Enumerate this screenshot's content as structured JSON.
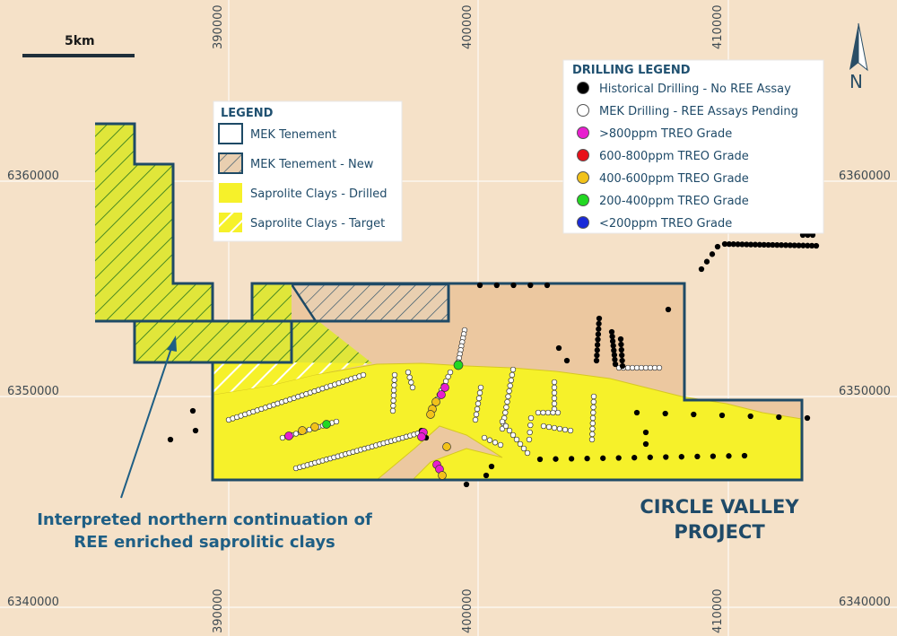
{
  "map": {
    "coords": {
      "top": [
        "390000",
        "400000",
        "410000"
      ],
      "bottom": [
        "390000",
        "400000",
        "410000"
      ],
      "left": [
        "6360000",
        "6350000",
        "6340000"
      ],
      "right": [
        "6360000",
        "6350000",
        "6340000"
      ]
    },
    "scale_bar_label": "5km",
    "north_label": "N",
    "legend": {
      "title": "LEGEND",
      "items": [
        "MEK Tenement",
        "MEK Tenement - New",
        "Saprolite Clays - Drilled",
        "Saprolite Clays - Target"
      ]
    },
    "drilling_legend": {
      "title": "DRILLING LEGEND",
      "items": [
        {
          "label": "Historical Drilling - No REE Assay",
          "color": "#000000"
        },
        {
          "label": "MEK Drilling - REE Assays Pending",
          "color": "#ffffff"
        },
        {
          "label": ">800ppm TREO Grade",
          "color": "#e81ecf"
        },
        {
          "label": "600-800ppm TREO Grade",
          "color": "#e8101a"
        },
        {
          "label": "400-600ppm TREO Grade",
          "color": "#f2c21a"
        },
        {
          "label": "200-400ppm TREO Grade",
          "color": "#22d822"
        },
        {
          "label": "<200ppm TREO Grade",
          "color": "#1a2ad8"
        }
      ]
    },
    "callout": {
      "line1": "Interpreted northern continuation of",
      "line2": "REE enriched saprolitic clays"
    },
    "project": {
      "line1": "CIRCLE VALLEY",
      "line2": "PROJECT"
    },
    "colors": {
      "background": "#f5e1c8",
      "tenement_fill": "#ecc8a0",
      "tenement_border": "#1e4a66",
      "saprolite": "#f6f12a",
      "callout_text": "#1f5f85"
    }
  }
}
